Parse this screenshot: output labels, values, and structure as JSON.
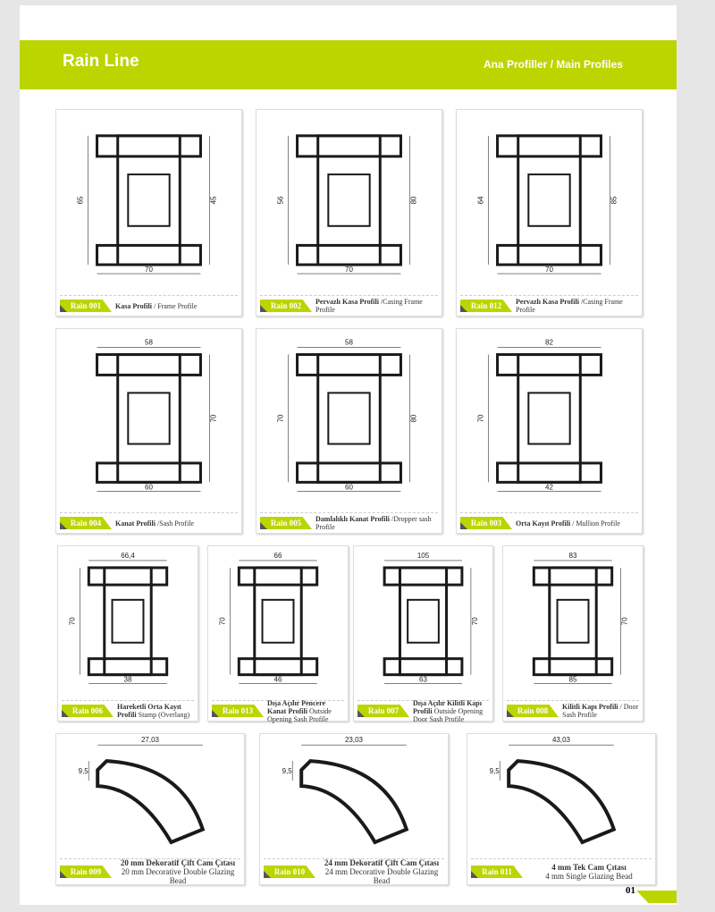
{
  "header": {
    "title": "Rain Line",
    "section": "Ana Profiller / Main Profiles"
  },
  "page_number": "01",
  "colors": {
    "accent": "#bcd500",
    "profile": "#1a1a1a"
  },
  "profiles": [
    {
      "code": "Rain 001",
      "title_tr": "Kasa Profili",
      "title_en": "/ Frame Profile",
      "dims": {
        "left": "65",
        "right": "45",
        "bottom": "70"
      }
    },
    {
      "code": "Rain 002",
      "title_tr": "Pervazlı Kasa Profili",
      "title_en": "/Casing Frame Profile",
      "dims": {
        "left": "56",
        "right": "80",
        "bottom": "70"
      }
    },
    {
      "code": "Rain 012",
      "title_tr": "Pervazlı Kasa Profili",
      "title_en": "/Casing Frame Profile",
      "dims": {
        "left": "64",
        "right": "85",
        "bottom": "70"
      }
    },
    {
      "code": "Rain 004",
      "title_tr": "Kanat Profili",
      "title_en": "/Sash Profile",
      "dims": {
        "top": "58",
        "right": "70",
        "bottom": "60"
      }
    },
    {
      "code": "Rain 005",
      "title_tr": "Damlalıklı Kanat Profili",
      "title_en": "/Dropper sash Profile",
      "dims": {
        "top": "58",
        "left": "70",
        "right": "80",
        "bottom": "60"
      }
    },
    {
      "code": "Rain 003",
      "title_tr": "Orta Kayıt Profili",
      "title_en": "/ Mullion Profile",
      "dims": {
        "top": "82",
        "left": "70",
        "bottom": "42"
      }
    },
    {
      "code": "Rain 006",
      "title_tr": "Hareketli Orta Kayıt Profili",
      "title_en": "Stamp (Overlang)",
      "dims": {
        "top": "66,4",
        "left": "70",
        "bottom": "38"
      }
    },
    {
      "code": "Rain 013",
      "title_tr": "Dışa Açılır Pencere Kanat Profili",
      "title_en": "Outside Opening Sash Profile",
      "dims": {
        "top": "66",
        "left": "70",
        "bottom": "46"
      }
    },
    {
      "code": "Rain 007",
      "title_tr": "Dışa Açılır Kilitli Kapı Profili",
      "title_en": "Outside Opening Door Sash Profile",
      "dims": {
        "top": "105",
        "right": "70",
        "bottom": "63"
      }
    },
    {
      "code": "Rain 008",
      "title_tr": "Kilitli Kapı Profili",
      "title_en": "/ Door Sash Profile",
      "dims": {
        "top": "83",
        "right": "70",
        "bottom": "85"
      }
    }
  ],
  "beads": [
    {
      "code": "Rain 009",
      "title_tr": "20 mm Dekoratif Çift Cam Çıtası",
      "title_en": "20 mm Decorative Double Glazing Bead",
      "dims": {
        "top": "27,03",
        "left": "9,5"
      }
    },
    {
      "code": "Rain 010",
      "title_tr": "24 mm Dekoratif Çift Cam Çıtası",
      "title_en": "24 mm Decorative Double Glazing Bead",
      "dims": {
        "top": "23,03",
        "left": "9,5"
      }
    },
    {
      "code": "Rain 011",
      "title_tr": "4 mm Tek Cam Çıtası",
      "title_en": "4 mm Single Glazing Bead",
      "dims": {
        "top": "43,03",
        "left": "9,5"
      }
    }
  ]
}
